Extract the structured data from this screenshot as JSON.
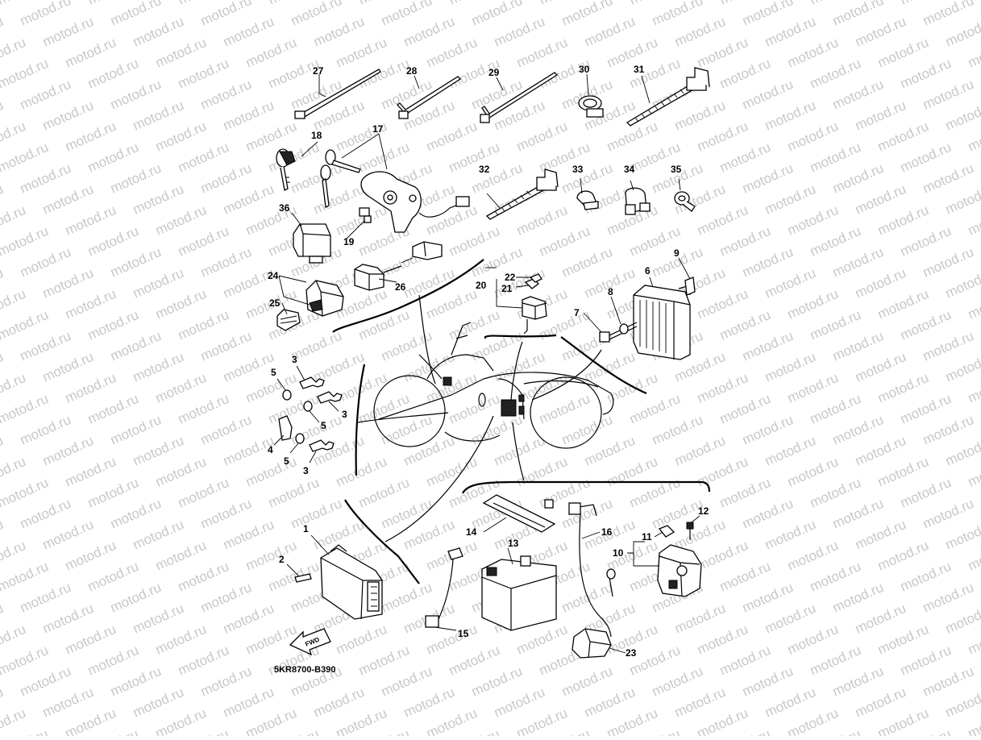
{
  "watermark": {
    "text": "motod.ru"
  },
  "diagram": {
    "code": "5KR8700-B390",
    "fwd_label": "FWD",
    "callouts": [
      "1",
      "2",
      "3",
      "4",
      "5",
      "6",
      "7",
      "8",
      "9",
      "10",
      "11",
      "12",
      "13",
      "14",
      "15",
      "16",
      "17",
      "18",
      "19",
      "20",
      "21",
      "22",
      "23",
      "24",
      "25",
      "26",
      "27",
      "28",
      "29",
      "30",
      "31",
      "32",
      "33",
      "34",
      "35",
      "36"
    ]
  }
}
